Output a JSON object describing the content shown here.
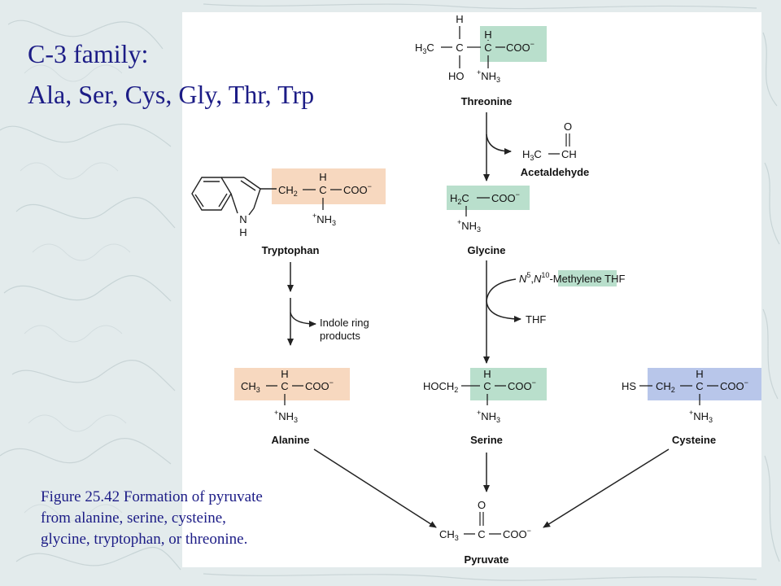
{
  "title": {
    "line1": "C-3  family:",
    "line2": "Ala, Ser, Cys, Gly, Thr, Trp"
  },
  "caption": {
    "line1": "Figure 25.42 Formation of pyruvate",
    "line2": "from alanine, serine, cysteine,",
    "line3": "glycine, tryptophan, or threonine."
  },
  "colors": {
    "background_texture": "#e3ebec",
    "title_text": "#1c1c86",
    "threonine_glycine_serine_box": "#b9dfcc",
    "tryptophan_alanine_box": "#f7d8bf",
    "cysteine_box": "#b8c6ea",
    "arrow": "#222222"
  },
  "molecules": {
    "threonine": "Threonine",
    "acetaldehyde": "Acetaldehyde",
    "glycine": "Glycine",
    "tryptophan": "Tryptophan",
    "alanine": "Alanine",
    "serine": "Serine",
    "cysteine": "Cysteine",
    "pyruvate": "Pyruvate"
  },
  "side_products": {
    "indole_line1": "Indole ring",
    "indole_line2": "products",
    "thf": "THF",
    "cofactor_n5": "N",
    "cofactor_sup5": "5",
    "cofactor_comma": ",",
    "cofactor_n10": "N",
    "cofactor_sup10": "10",
    "cofactor_dash": "-",
    "cofactor_methylene": "Methylene",
    "cofactor_thf": " THF"
  },
  "atoms": {
    "H": "H",
    "C": "C",
    "O": "O",
    "N": "N",
    "HO": "HO",
    "HS": "HS",
    "H3C": "H",
    "sub3": "3",
    "sub2": "2",
    "COO": "COO",
    "charge_minus": "−",
    "charge_plus": "+",
    "NH": "NH",
    "CH": "CH",
    "CH2": "CH",
    "CH3": "CH",
    "HOCH": "HOCH"
  }
}
